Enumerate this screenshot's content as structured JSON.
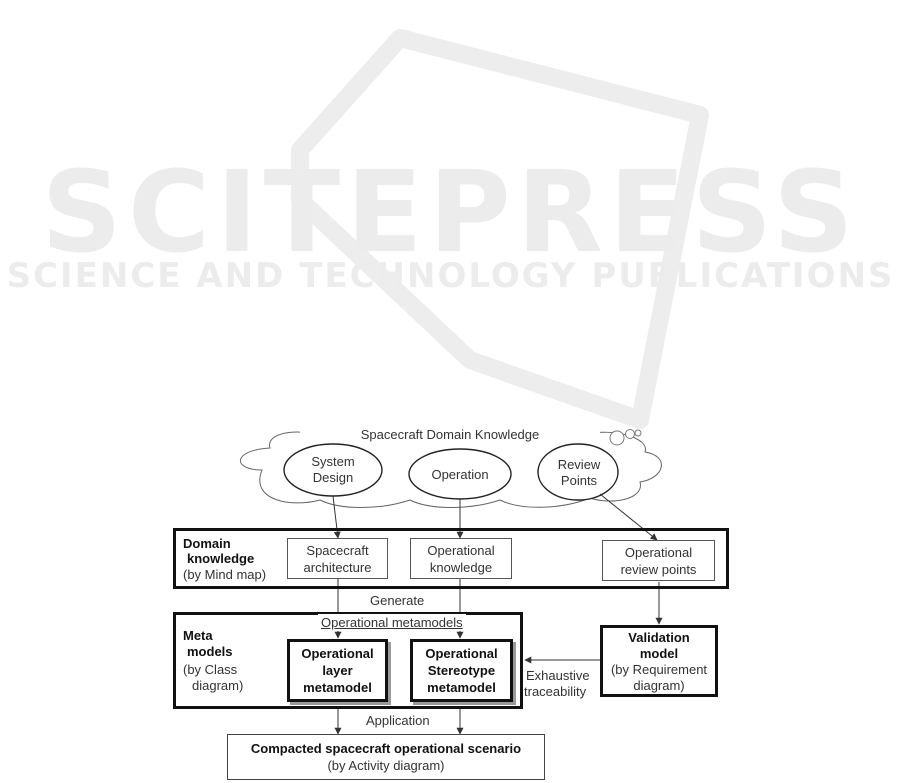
{
  "watermark": {
    "title": "SCITEPRESS",
    "subtitle": "SCIENCE AND TECHNOLOGY PUBLICATIONS"
  },
  "cloud": {
    "title": "Spacecraft Domain Knowledge",
    "topics": {
      "system_design": [
        "System",
        "Design"
      ],
      "operation": [
        "Operation"
      ],
      "review_points": [
        "Review",
        "Points"
      ]
    }
  },
  "domain_knowledge": {
    "title": [
      "Domain",
      "knowledge"
    ],
    "subtitle": "(by Mind map)",
    "nodes": {
      "spacecraft_architecture": [
        "Spacecraft",
        "architecture"
      ],
      "operational_knowledge": [
        "Operational",
        "knowledge"
      ],
      "operational_review_points": [
        "Operational",
        "review points"
      ]
    }
  },
  "generate_label": "Generate",
  "meta_models": {
    "title": [
      "Meta",
      "models"
    ],
    "subtitle": [
      "(by Class",
      "diagram)"
    ],
    "group_label": "Operational metamodels",
    "nodes": {
      "operational_layer_metamodel": [
        "Operational",
        "layer",
        "metamodel"
      ],
      "operational_stereotype_metamodel": [
        "Operational",
        "Stereotype",
        "metamodel"
      ]
    }
  },
  "validation_model": {
    "title": [
      "Validation",
      "model"
    ],
    "subtitle": [
      "(by Requirement",
      "diagram)"
    ]
  },
  "traceability_label": [
    "Exhaustive",
    "traceability"
  ],
  "application_label": "Application",
  "scenario": {
    "title": "Compacted spacecraft operational scenario",
    "subtitle": "(by Activity diagram)"
  }
}
